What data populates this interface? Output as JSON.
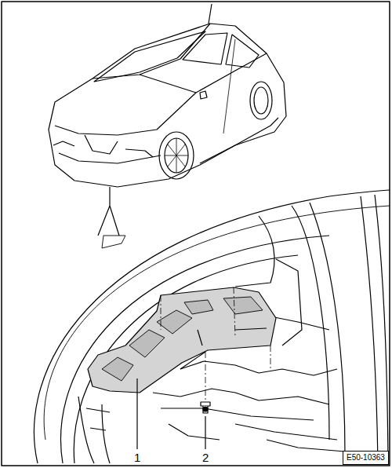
{
  "diagram": {
    "nodes": [
      {
        "text": [
          "E50-10363"
        ]
      }
    ],
    "labels": [
      "1",
      "2"
    ]
  }
}
